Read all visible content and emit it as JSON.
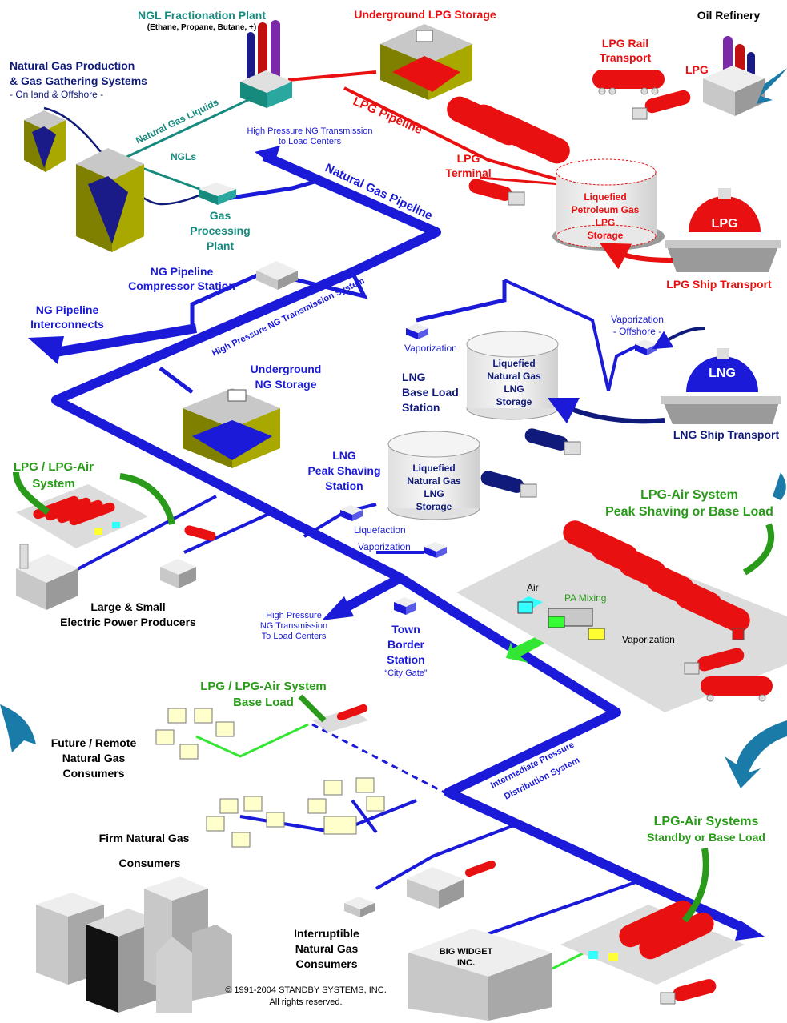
{
  "labels": {
    "ngl_plant": "NGL Fractionation Plant",
    "ngl_plant_sub": "(Ethane, Propane, Butane, +)",
    "ug_lpg_storage": "Underground LPG Storage",
    "oil_refinery": "Oil Refinery",
    "ng_production_1": "Natural Gas Production",
    "ng_production_2": "& Gas Gathering Systems",
    "ng_production_3": "- On land & Offshore -",
    "lpg_rail_1": "LPG Rail",
    "lpg_rail_2": "Transport",
    "lpg_small": "LPG",
    "ngl_liquids": "Natural Gas Liquids",
    "ngls": "NGLs",
    "hp_transmission_1": "High Pressure NG Transmission",
    "hp_transmission_2": "to Load Centers",
    "lpg_pipeline": "LPG Pipeline",
    "lpg_terminal_1": "LPG",
    "lpg_terminal_2": "Terminal",
    "gas_processing_1": "Gas",
    "gas_processing_2": "Processing",
    "gas_processing_3": "Plant",
    "ng_pipeline": "Natural Gas Pipeline",
    "lpg_storage_1": "Liquefied",
    "lpg_storage_2": "Petroleum Gas",
    "lpg_storage_3": "LPG",
    "lpg_storage_4": "Storage",
    "lpg_ship_badge": "LPG",
    "lpg_ship": "LPG Ship Transport",
    "compressor_1": "NG Pipeline",
    "compressor_2": "Compressor Station",
    "hp_system": "High Pressure NG Transmission System",
    "interconnects_1": "NG Pipeline",
    "interconnects_2": "Interconnects",
    "vaporization_offshore_1": "Vaporization",
    "vaporization_offshore_2": "- Offshore -",
    "vaporization_base": "Vaporization",
    "lng_storage_1": "Liquefied",
    "lng_storage_2": "Natural Gas",
    "lng_storage_3": "LNG",
    "lng_storage_4": "Storage",
    "lng_base_1": "LNG",
    "lng_base_2": "Base Load",
    "lng_base_3": "Station",
    "ug_ng_1": "Underground",
    "ug_ng_2": "NG Storage",
    "lng_ship_badge": "LNG",
    "lng_ship": "LNG Ship Transport",
    "lpg_air_1": "LPG / LPG-Air",
    "lpg_air_2": "System",
    "lng_peak_1": "LNG",
    "lng_peak_2": "Peak Shaving",
    "lng_peak_3": "Station",
    "lng_peak_storage_1": "Liquefied",
    "lng_peak_storage_2": "Natural Gas",
    "lng_peak_storage_3": "LNG",
    "lng_peak_storage_4": "Storage",
    "liquefaction": "Liquefaction",
    "vaporization_peak": "Vaporization",
    "lpg_air_peak_1": "LPG-Air System",
    "lpg_air_peak_2": "Peak Shaving or Base Load",
    "air": "Air",
    "pa_mixing": "PA Mixing",
    "vaporization_right": "Vaporization",
    "power_1": "Large & Small",
    "power_2": "Electric Power Producers",
    "hp_load_1": "High Pressure",
    "hp_load_2": "NG Transmission",
    "hp_load_3": "To Load Centers",
    "town_1": "Town",
    "town_2": "Border",
    "town_3": "Station",
    "town_4": "“City Gate”",
    "lpg_air_base_1": "LPG / LPG-Air System",
    "lpg_air_base_2": "Base Load",
    "future_1": "Future / Remote",
    "future_2": "Natural Gas",
    "future_3": "Consumers",
    "intermediate_1": "Intermediate Pressure",
    "intermediate_2": "Distribution System",
    "firm_1": "Firm Natural Gas",
    "firm_2": "Consumers",
    "lpg_air_standby_1": "LPG-Air Systems",
    "lpg_air_standby_2": "Standby or Base Load",
    "interruptible_1": "Interruptible",
    "interruptible_2": "Natural Gas",
    "interruptible_3": "Consumers",
    "big_widget_1": "BIG WIDGET",
    "big_widget_2": "INC.",
    "copyright_1": "© 1991-2004 STANDBY SYSTEMS, INC.",
    "copyright_2": "All rights reserved."
  },
  "colors": {
    "ng_blue": "#1a1ad8",
    "lpg_red": "#e81010",
    "ngl_teal": "#178a7e",
    "green": "#2a9a1a",
    "navy": "#0f1a7a",
    "olive": "#8a8a00",
    "arrow_teal": "#1a7aa8"
  }
}
